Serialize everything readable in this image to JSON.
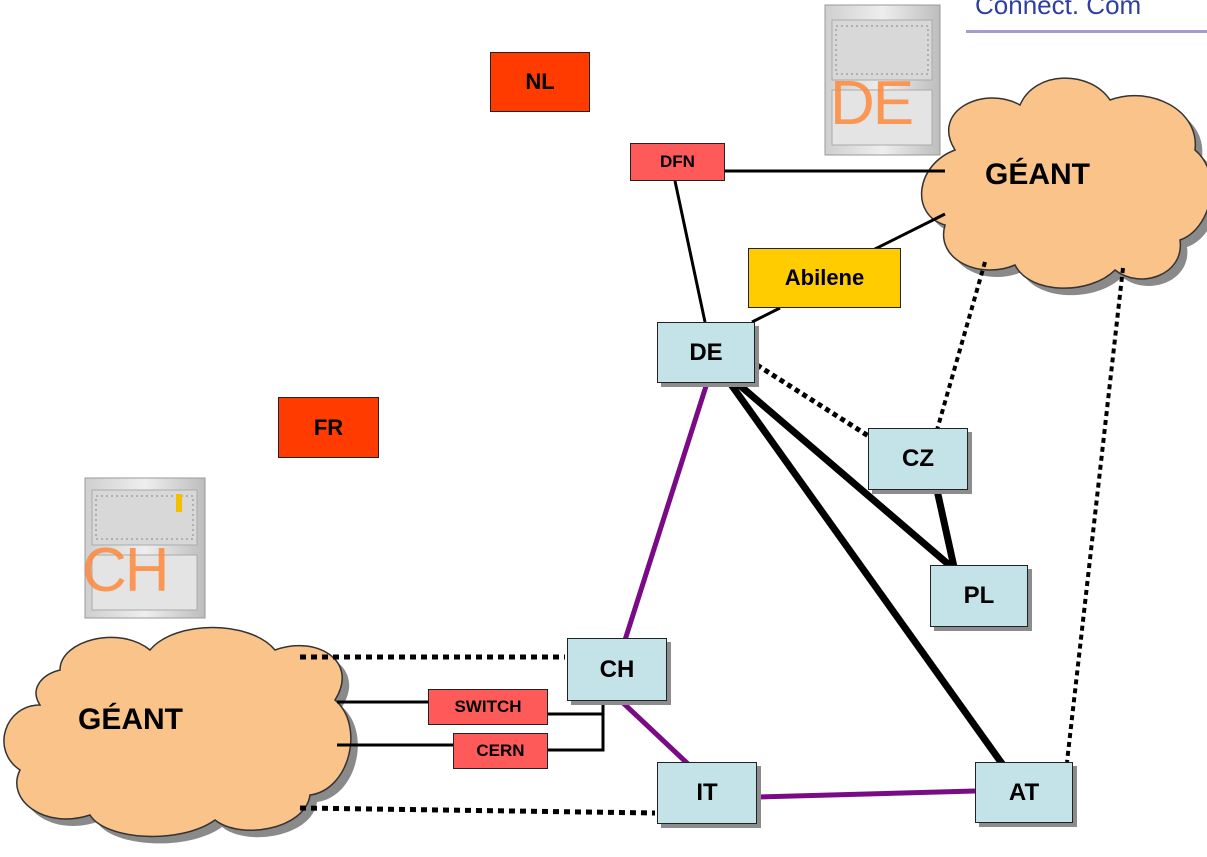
{
  "header": {
    "title": "Connect. Com"
  },
  "clouds": {
    "geant_top": "GÉANT",
    "geant_left": "GÉANT"
  },
  "racks": {
    "de": "DE",
    "ch": "CH"
  },
  "countries": {
    "nl": "NL",
    "fr": "FR"
  },
  "nrens": {
    "dfn": "DFN",
    "switch": "SWITCH",
    "cern": "CERN",
    "abilene": "Abilene"
  },
  "nodes": {
    "de": "DE",
    "cz": "CZ",
    "pl": "PL",
    "ch": "CH",
    "it": "IT",
    "at": "AT"
  },
  "colors": {
    "node_fill": "#c4e3e8",
    "nren_fill": "#ff5a5a",
    "country_fill": "#ff3b00",
    "abilene_fill": "#ffcc00",
    "cloud_fill": "#f9c38a",
    "purple_link": "#7a0a85",
    "title_color": "#2f3f9f"
  }
}
